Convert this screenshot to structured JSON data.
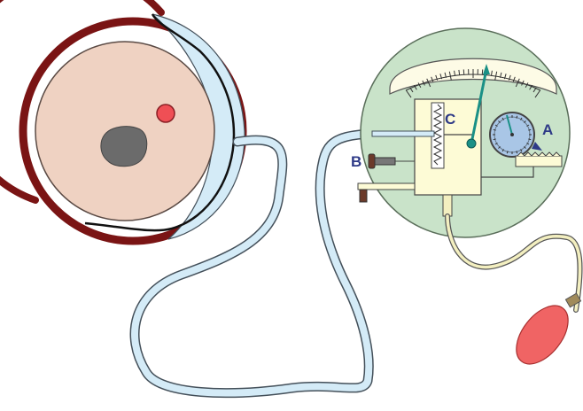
{
  "labels": {
    "a": "A",
    "b": "B",
    "c": "C"
  },
  "colors": {
    "skull_ring": "#7a1414",
    "brain_fill": "#efd2c2",
    "dark_mass": "#6b6b6b",
    "red_dot": "#ef4f55",
    "fluid_tube": "#d4ebf7",
    "tube_outline": "#44505a",
    "gauge_face": "#c9e3c9",
    "scale_panel": "#fdfbe6",
    "box_fill": "#fdfbd6",
    "needle": "#1a9086",
    "dial_face": "#a9c6e6",
    "bulb": "#f06464",
    "air_tube": "#f3efc0"
  }
}
